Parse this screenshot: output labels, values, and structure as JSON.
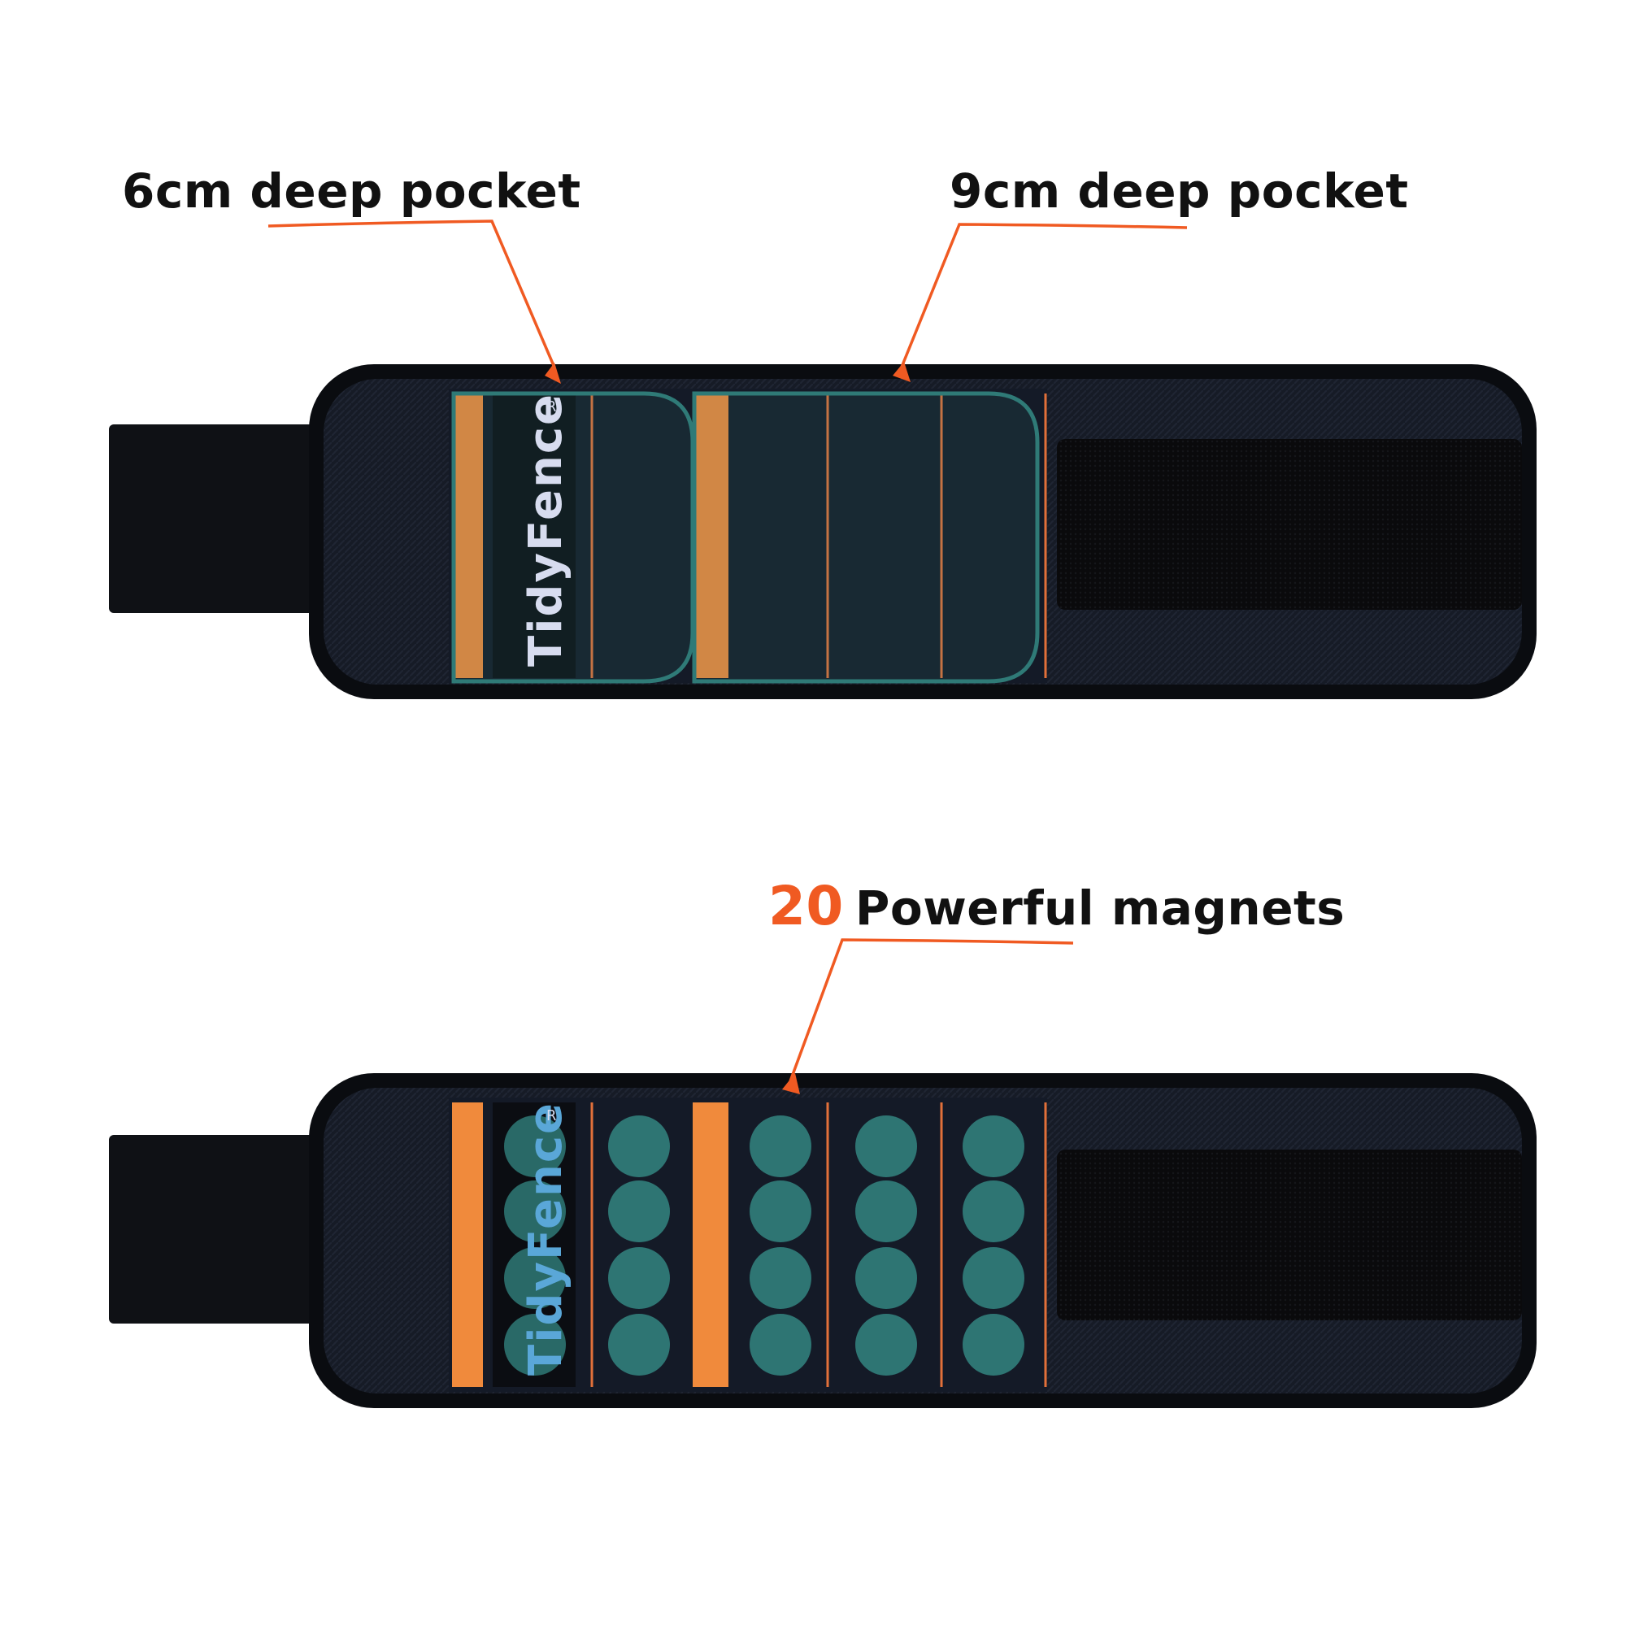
{
  "callouts": {
    "pocket_6cm": "6cm deep pocket",
    "pocket_9cm": "9cm deep pocket",
    "magnets_count": "20",
    "magnets_label": "Powerful magnets"
  },
  "brand": {
    "name": "TidyFence",
    "registered_mark": "R"
  },
  "colors": {
    "accent_orange": "#f05a22",
    "teal_overlay": "#2f7a77",
    "band_black": "#0e1118",
    "strap_orange": "#f08a3c"
  },
  "wristband_top": {
    "pockets": 5
  },
  "wristband_bottom": {
    "magnet_columns": 5,
    "magnets_per_column": 4,
    "magnet_total": 20
  }
}
